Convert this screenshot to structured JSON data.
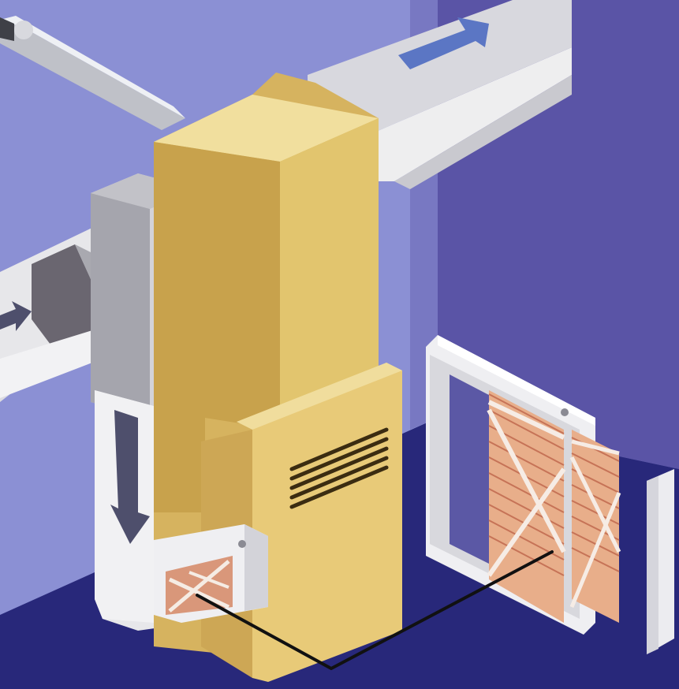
{
  "colors": {
    "wall_left": "#8b90d4",
    "wall_right": "#5a54a6",
    "floor": "#28287a",
    "duct_light": "#e9e9ee",
    "duct_mid": "#c8c8cf",
    "duct_dark": "#8d8d96",
    "furnace_front": "#d7b460",
    "furnace_side": "#e5c97d",
    "furnace_top": "#f1dfa3",
    "filter_media": "#e1a07d",
    "filter_pleat": "#c97d5d",
    "arrow": "#5b76c4",
    "leader_line": "#111111"
  },
  "icons": {
    "supply_arrow": "blue-right-arrow",
    "intake_arrow": "dark-left-arrow",
    "return_arrow": "dark-down-arrow"
  }
}
